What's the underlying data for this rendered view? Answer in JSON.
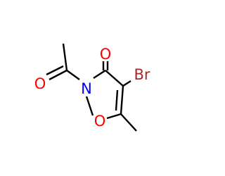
{
  "molecule": {
    "atoms": {
      "ketone_oxygen": "O",
      "ring_nitrogen": "N",
      "acetyl_oxygen": "O",
      "ring_oxygen": "O",
      "bromine": "Br"
    },
    "colors": {
      "oxygen": "#ff0000",
      "nitrogen": "#0000ff",
      "bromine": "#a52a2a",
      "bond": "#000000"
    }
  }
}
